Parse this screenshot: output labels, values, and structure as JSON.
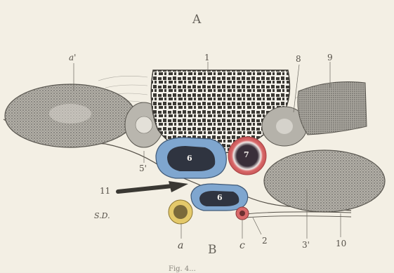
{
  "plate": {
    "section_top_label": "A",
    "section_bottom_label": "B",
    "caption_fragment": "Fig. 4...",
    "author_initials": "S.D."
  },
  "labels": {
    "a_prime": "a'",
    "one": "1",
    "eight": "8",
    "nine": "9",
    "five_prime": "5'",
    "six_upper": "6",
    "seven": "7",
    "eleven": "11",
    "six_lower": "6",
    "a": "a",
    "c": "c",
    "two": "2",
    "three_prime": "3'",
    "ten": "10"
  },
  "colors": {
    "paper": "#f3efe4",
    "blue_ring": "#7fa6cf",
    "dark_core": "#2f3440",
    "red_ring": "#d9696a",
    "yellow_ring": "#e4c96a",
    "stipple": "#8a8780"
  }
}
